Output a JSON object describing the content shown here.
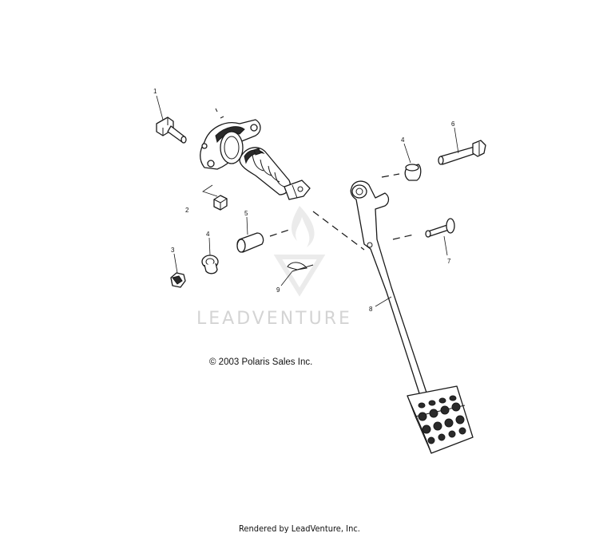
{
  "diagram": {
    "callouts": [
      "1",
      "2",
      "3",
      "4",
      "5",
      "4",
      "6",
      "7",
      "8",
      "9"
    ],
    "copyright": "© 2003 Polaris Sales Inc.",
    "watermark": "LEADVENTURE",
    "footer": "Rendered by LeadVenture, Inc."
  }
}
